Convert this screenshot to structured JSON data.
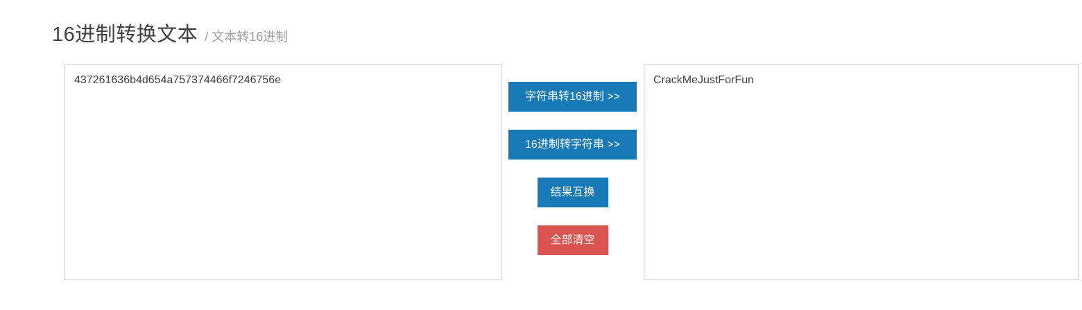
{
  "header": {
    "title": "16进制转换文本",
    "subtitle": "/ 文本转16进制"
  },
  "converter": {
    "input": {
      "value": "437261636b4d654a757374466f7246756e"
    },
    "output": {
      "value": "CrackMeJustForFun"
    },
    "buttons": {
      "string_to_hex": "字符串转16进制 >>",
      "hex_to_string": "16进制转字符串 >>",
      "swap_results": "结果互换",
      "clear_all": "全部清空"
    }
  },
  "colors": {
    "primary_button": "#1779b5",
    "danger_button": "#d9534f",
    "textarea_border": "#c7cfda",
    "title_text": "#404040",
    "subtitle_text": "#9e9e9e"
  }
}
